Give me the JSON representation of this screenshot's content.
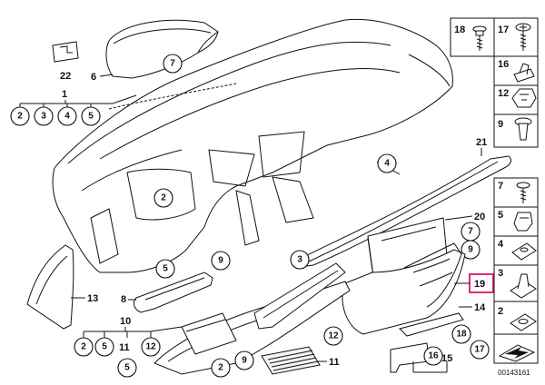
{
  "diagram": {
    "labels": {
      "l22": "22",
      "l1": "1",
      "l6": "6",
      "l7a": "7",
      "l2a": "2",
      "l3a": "3",
      "l4a": "4",
      "l5a": "5",
      "l2b": "2",
      "l4b": "4",
      "l21": "21",
      "l20": "20",
      "l7b": "7",
      "l9a": "9",
      "l5b": "5",
      "l9b": "9",
      "l3b": "3",
      "l13": "13",
      "l8": "8",
      "l19": "19",
      "l14": "14",
      "l10": "10",
      "l2c": "2",
      "l5c": "5",
      "l11a": "11",
      "l12a": "12",
      "l5d": "5",
      "l2d": "2",
      "l9c": "9",
      "l11b": "11",
      "l12b": "12",
      "l16a": "16",
      "l15": "15",
      "l18a": "18",
      "l17a": "17"
    },
    "parts_panel": {
      "cells": [
        {
          "num": "18",
          "icon": "screw-icon"
        },
        {
          "num": "17",
          "icon": "screw-icon"
        },
        {
          "num": "16",
          "icon": "clip-nut-icon"
        },
        {
          "num": "12",
          "icon": "clip-icon"
        },
        {
          "num": "9",
          "icon": "expansion-rivet-icon"
        },
        {
          "num": "7",
          "icon": "screw-icon"
        },
        {
          "num": "5",
          "icon": "clip-icon"
        },
        {
          "num": "4",
          "icon": "clip-nut-icon"
        },
        {
          "num": "3",
          "icon": "clip-nut-icon"
        },
        {
          "num": "2",
          "icon": "clip-nut-icon"
        }
      ]
    },
    "diagram_code": "00143161"
  }
}
